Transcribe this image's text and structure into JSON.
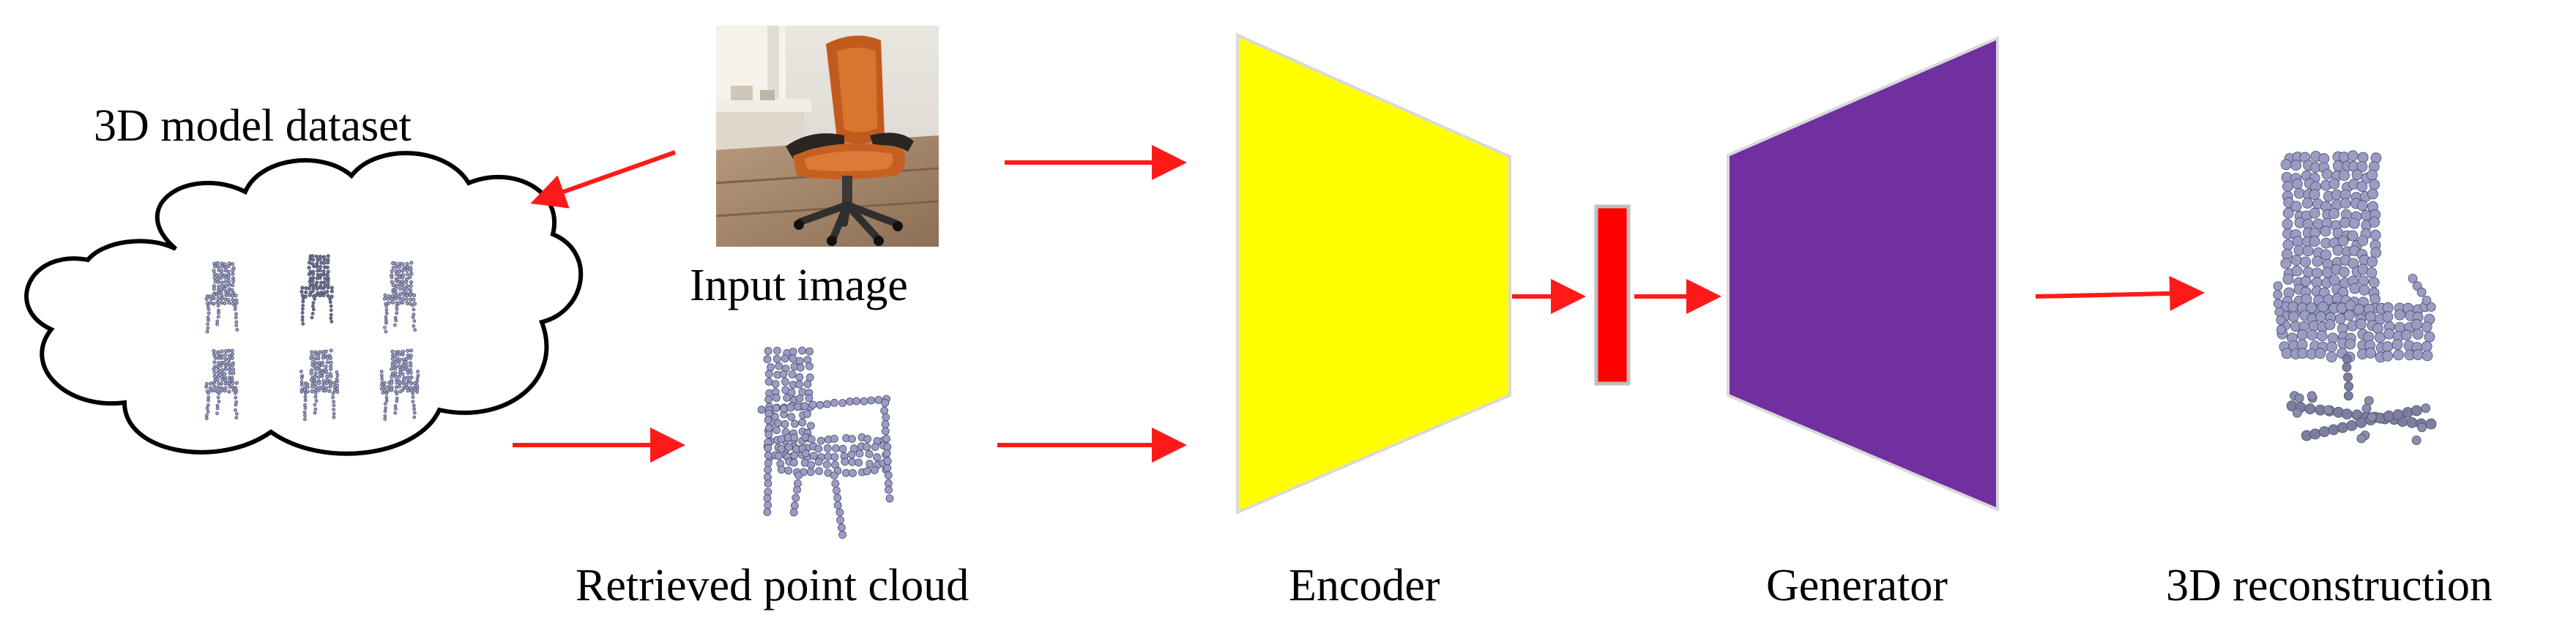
{
  "labels": {
    "dataset": "3D model dataset",
    "input_image": "Input image",
    "retrieved": "Retrieved point cloud",
    "encoder": "Encoder",
    "generator": "Generator",
    "reconstruction": "3D reconstruction"
  },
  "colors": {
    "arrow": "#ff1a1a",
    "encoder": "#ffff00",
    "latent": "#ff0000",
    "generator": "#7030a0",
    "point": "#9a9cc4",
    "point_edge": "#4a4c6a",
    "cloud_stroke": "#000000"
  },
  "icons": {
    "input_photo": "office-chair-photo",
    "dataset_items": "chair-point-cloud-thumbnail",
    "retrieved": "armchair-point-cloud",
    "output": "office-chair-point-cloud"
  }
}
